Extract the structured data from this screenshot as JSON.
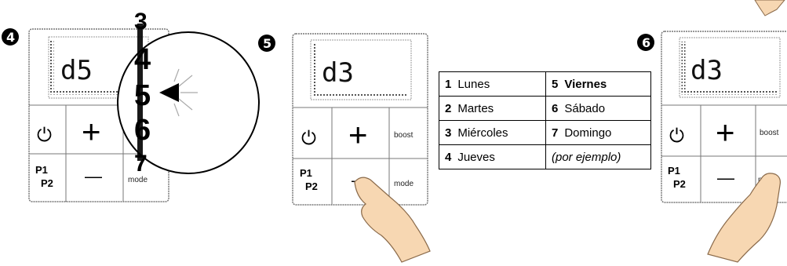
{
  "steps": [
    "4",
    "5",
    "6"
  ],
  "panel": {
    "power_symbol": "⏻",
    "plus_symbol": "+",
    "minus_symbol": "—",
    "boost_label": "boost",
    "mode_label": "mode",
    "p1_label": "P1",
    "p2_label": "P2"
  },
  "displays": [
    "d5",
    "d3",
    "d3"
  ],
  "zoom_digits": [
    "3",
    "4",
    "5",
    "6",
    "7"
  ],
  "days_table": {
    "rows": [
      [
        {
          "num": "1",
          "name": "Lunes"
        },
        {
          "num": "5",
          "name": "Viernes",
          "bold": true
        }
      ],
      [
        {
          "num": "2",
          "name": "Martes"
        },
        {
          "num": "6",
          "name": "Sábado"
        }
      ],
      [
        {
          "num": "3",
          "name": "Miércoles"
        },
        {
          "num": "7",
          "name": "Domingo"
        }
      ],
      [
        {
          "num": "4",
          "name": "Jueves"
        },
        {
          "num": "",
          "name": "(por ejemplo)",
          "italic": true
        }
      ]
    ]
  },
  "colors": {
    "badge": "#000000",
    "hand_fill": "#f7d7b2",
    "hand_stroke": "#8a6a4a",
    "panel_border": "#777777"
  }
}
